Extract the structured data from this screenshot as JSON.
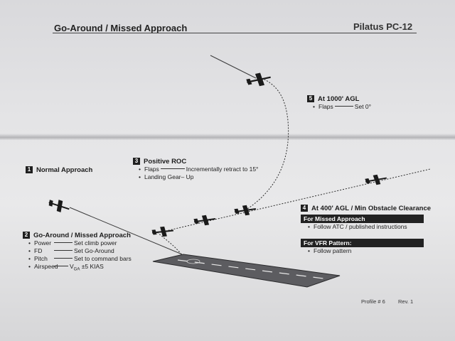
{
  "header": {
    "title": "Go-Around / Missed Approach",
    "aircraft": "Pilatus PC-12"
  },
  "sections": {
    "s1": {
      "num": "1",
      "title": "Normal Approach"
    },
    "s2": {
      "num": "2",
      "title": "Go-Around / Missed Approach",
      "items": [
        {
          "label": "Power",
          "value": "Set climb power"
        },
        {
          "label": "FD",
          "value": "Set Go-Around"
        },
        {
          "label": "Pitch",
          "value": "Set to command bars"
        },
        {
          "label": "Airspeed",
          "value": "V",
          "sub": "GA",
          "suffix": " ±5 KIAS"
        }
      ]
    },
    "s3": {
      "num": "3",
      "title": "Positive ROC",
      "items": [
        {
          "label": "Flaps",
          "value": "Incrementally retract to 15°"
        },
        {
          "label": "Landing Gear",
          "value": "– Up"
        }
      ]
    },
    "s4": {
      "num": "4",
      "title": "At 400' AGL / Min Obstacle Clearance",
      "bars": [
        {
          "heading": "For Missed Approach",
          "item": "Follow ATC / published instructions"
        },
        {
          "heading": "For VFR Pattern:",
          "item": "Follow pattern"
        }
      ]
    },
    "s5": {
      "num": "5",
      "title": "At 1000' AGL",
      "items": [
        {
          "label": "Flaps",
          "value": "Set 0°"
        }
      ]
    }
  },
  "footer": {
    "profile": "Profile # 6",
    "rev": "Rev. 1"
  },
  "colors": {
    "ink": "#1f1f1f",
    "runway": "#5a5a5e",
    "paper": "#e6e6e8"
  }
}
